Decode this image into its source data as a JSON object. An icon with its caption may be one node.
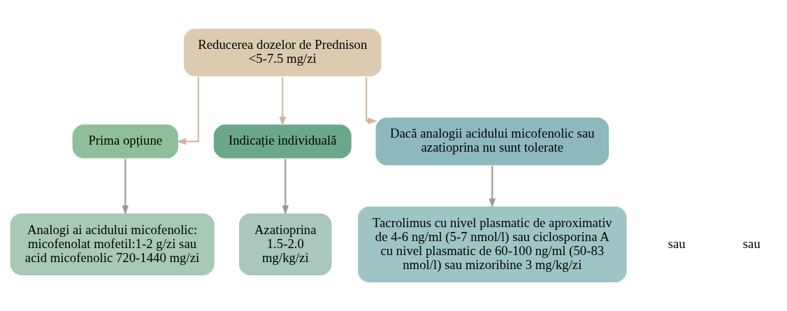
{
  "diagram": {
    "nodes": [
      {
        "text": [
          "Reducerea dozelor de Prednison <5-7.5 mg/zi"
        ]
      },
      {
        "text": [
          "Prima opțiune"
        ]
      },
      {
        "text": [
          "Indicație individuală"
        ]
      },
      {
        "text": [
          "Dacă analogii acidului micofenolic sau azatioprina nu sunt tolerate"
        ]
      },
      {
        "text": [
          "Analogi ai acidului micofenolic: micofenolat mofetil:1-2 g/zi sau acid micofenolic 720-1440 mg/zi"
        ]
      },
      {
        "text": [
          "Azatioprina 1.5-2.0 mg/kg/zi"
        ]
      },
      {
        "text": [
          "Tacrolimus cu nivel plasmatic de aproximativ de 4-6 ng/ml (5-7 nmol/l) sau ciclosporina A cu nivel plasmatic de 60-100 ng/ml (50-83 nmol/l) sau mizoribine 3 mg/kg/zi"
        ]
      }
    ],
    "edges": [
      {
        "from": 0,
        "to": 1,
        "arrow": "to",
        "color": "#cdb89d"
      },
      {
        "from": 0,
        "to": 2,
        "arrow": "to",
        "color": "#cdb89d"
      },
      {
        "from": 0,
        "to": 3,
        "arrow": "to",
        "color": "#cdb89d"
      },
      {
        "from": 1,
        "to": 4,
        "arrow": "to",
        "color": "#9a9a9a"
      },
      {
        "from": 2,
        "to": 5,
        "arrow": "to",
        "color": "#9a9a9a"
      },
      {
        "from": 3,
        "to": 6,
        "arrow": "to",
        "color": "#9a9a9a"
      }
    ],
    "labels": [
      "sau",
      "sau"
    ]
  }
}
